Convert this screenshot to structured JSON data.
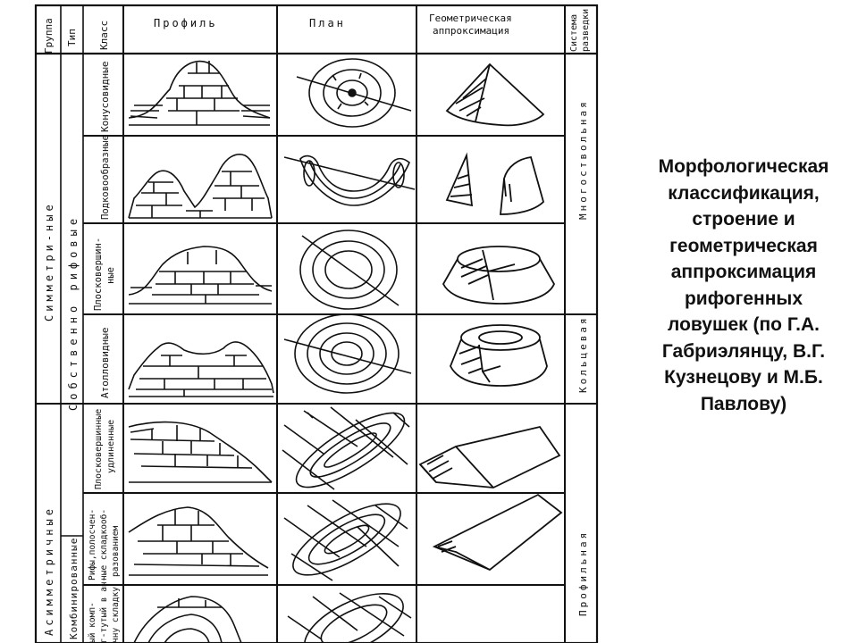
{
  "table": {
    "headers": {
      "group": "Группа",
      "type": "Тип",
      "class": "Класс",
      "profile": "Профиль",
      "plan": "План",
      "approx_line1": "Геометрическая",
      "approx_line2": "аппроксимация",
      "system_line1": "Система",
      "system_line2": "разведки"
    },
    "groups": [
      "Симметри-ные",
      "Асимметричные"
    ],
    "types": [
      "Собственно рифовые",
      "Комбинированные"
    ],
    "classes": [
      {
        "lines": [
          "Конусовидные"
        ]
      },
      {
        "lines": [
          "Подковообразные"
        ]
      },
      {
        "lines": [
          "Плосковершин-",
          "ные"
        ]
      },
      {
        "lines": [
          "Атолловидные"
        ]
      },
      {
        "lines": [
          "Плосковершинные",
          "удлиненные"
        ]
      },
      {
        "lines": [
          "Рифы,полосчен-",
          "ные складкооб-",
          "разованием"
        ]
      },
      {
        "lines": [
          "ый комп-",
          "г-тутый в ан-",
          "чну складку"
        ]
      }
    ],
    "systems": [
      "Многоствольная",
      "Кольцевая",
      "Профильная"
    ]
  },
  "caption": {
    "lines": [
      "Морфологическая",
      "классификация,",
      "строение и",
      "геометрическая",
      "аппроксимация",
      "рифогенных",
      "ловушек (по Г.А.",
      "Габриэлянцу, В.Г.",
      "Кузнецову и М.Б.",
      "Павлову)"
    ]
  }
}
